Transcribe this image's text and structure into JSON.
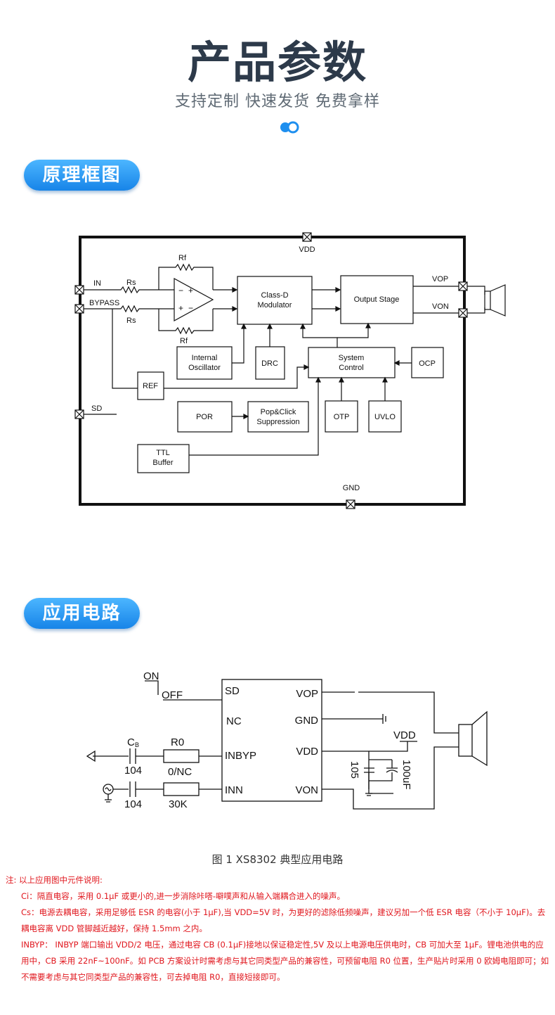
{
  "header": {
    "title": "产品参数",
    "subtitle": "支持定制 快速发货 免费拿样"
  },
  "colors": {
    "accent": "#1e8fef",
    "title": "#2d3a4a",
    "note": "#e0161d"
  },
  "sections": {
    "block_diagram": "原理框图",
    "app_circuit": "应用电路"
  },
  "block_diagram": {
    "pins": {
      "vdd": "VDD",
      "gnd": "GND",
      "in": "IN",
      "bypass": "BYPASS",
      "sd": "SD",
      "vop": "VOP",
      "von": "VON"
    },
    "resistors": {
      "rs1": "Rs",
      "rs2": "Rs",
      "rf1": "Rf",
      "rf2": "Rf"
    },
    "opamp": {
      "minus": "−",
      "plus": "+",
      "plus2": "+",
      "minus2": "−"
    },
    "blocks": {
      "classd_1": "Class-D",
      "classd_2": "Modulator",
      "output_stage": "Output Stage",
      "osc_1": "Internal",
      "osc_2": "Oscillator",
      "drc": "DRC",
      "sys_1": "System",
      "sys_2": "Control",
      "ocp": "OCP",
      "ref": "REF",
      "por": "POR",
      "pop_1": "Pop&Click",
      "pop_2": "Suppression",
      "otp": "OTP",
      "uvlo": "UVLO",
      "ttl_1": "TTL",
      "ttl_2": "Buffer"
    }
  },
  "app_circuit": {
    "switch_on": "ON",
    "switch_off": "OFF",
    "ic_pins_left": [
      "SD",
      "NC",
      "INBYP",
      "INN"
    ],
    "ic_pins_right": [
      "VOP",
      "GND",
      "VDD",
      "VON"
    ],
    "cb_label": "C",
    "cb_sub": "B",
    "cb_value": "104",
    "r0_label": "R0",
    "r0_value": "0/NC",
    "ci_value": "104",
    "r_value": "30K",
    "vdd": "VDD",
    "cap_105": "105",
    "cap_100uf": "100uF",
    "caption": "图 1   XS8302 典型应用电路"
  },
  "notes": {
    "intro": "注: 以上应用图中元件说明:",
    "ci": "Ci：隔直电容，采用 0.1μF 或更小的,进一步消除咔嗒-噼噗声和从输入端耦合进入的噪声。",
    "cs": "Cs：电源去耦电容，采用足够低 ESR 的电容(小于 1μF),当 VDD=5V 时，为更好的滤除低频噪声，建议另加一个低 ESR 电容（不小于 10μF)。去耦电容离 VDD 管脚越近越好，保持 1.5mm 之内。",
    "inbyp": "INBYP： INBYP 端口输出 VDD/2 电压，通过电容 CB (0.1μF)接地以保证稳定性,5V 及以上电源电压供电时，CB 可加大至 1μF。锂电池供电的应用中，CB 采用 22nF~100nF。如 PCB 方案设计时需考虑与其它同类型产品的兼容性，可预留电阻 R0 位置，生产贴片时采用 0 欧姆电阻即可；如不需要考虑与其它同类型产品的兼容性，可去掉电阻 R0，直接短接即可。"
  }
}
